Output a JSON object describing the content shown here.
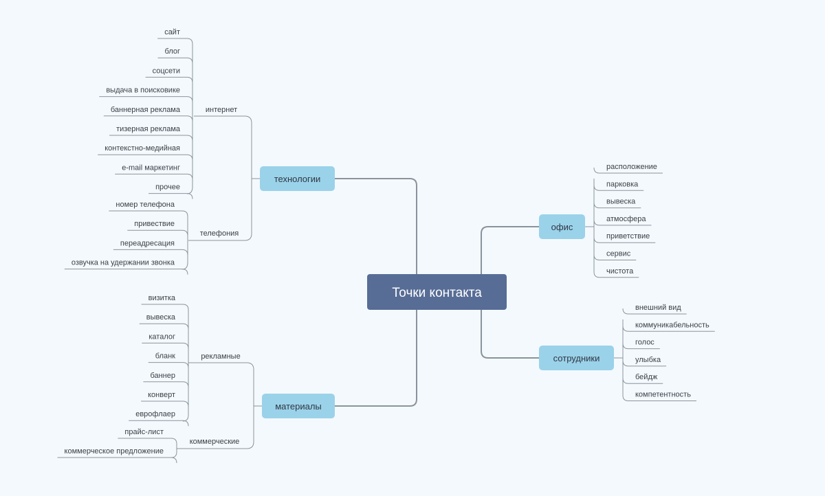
{
  "root": {
    "label": "Точки контакта"
  },
  "branches": {
    "technology": {
      "label": "технологии",
      "internet": {
        "label": "интернет",
        "items": [
          "сайт",
          "блог",
          "соцсети",
          "выдача в поисковике",
          "баннерная реклама",
          "тизерная реклама",
          "контекстно-медийная",
          "e-mail маркетинг",
          "прочее"
        ]
      },
      "telephony": {
        "label": "телефония",
        "items": [
          "номер телефона",
          "привествие",
          "переадресация",
          "озвучка на удержании звонка"
        ]
      }
    },
    "materials": {
      "label": "материалы",
      "advertising": {
        "label": "рекламные",
        "items": [
          "визитка",
          "вывеска",
          "каталог",
          "бланк",
          "баннер",
          "конверт",
          "еврофлаер"
        ]
      },
      "commercial": {
        "label": "коммерческие",
        "items": [
          "прайс-лист",
          "коммерческое предложение"
        ]
      }
    },
    "office": {
      "label": "офис",
      "items": [
        "расположение",
        "парковка",
        "вывеска",
        "атмосфера",
        "приветствие",
        "сервис",
        "чистота"
      ]
    },
    "staff": {
      "label": "сотрудники",
      "items": [
        "внешний вид",
        "коммуникабельность",
        "голос",
        "улыбка",
        "бейдж",
        "компетентность"
      ]
    }
  },
  "colors": {
    "root": "#576d96",
    "main": "#9ad2ea",
    "line": "#8a939c",
    "background": "#f4f9fd"
  }
}
